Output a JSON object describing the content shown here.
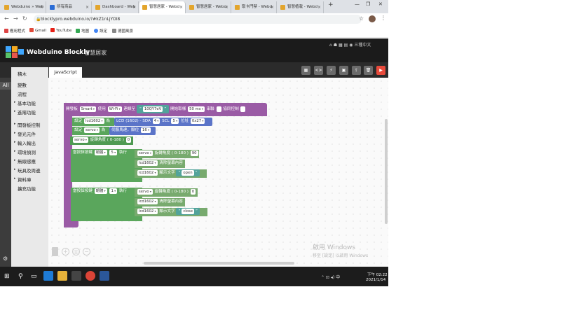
{
  "browser": {
    "tabs": [
      {
        "title": "Webduino » Web"
      },
      {
        "title": "所有商品"
      },
      {
        "title": "Dashboard - Web"
      },
      {
        "title": "智慧居家 - Webd"
      },
      {
        "title": "智慧居家 - Webd"
      },
      {
        "title": "取卡門禁 - Webd"
      },
      {
        "title": "智慧植栽 - Webd"
      }
    ],
    "url": "blocklypro.webduino.io/?#kZ1nLjYOI8",
    "bookmarks": [
      "應用程式",
      "Gmail",
      "YouTube",
      "地圖",
      "設定",
      "德國風景"
    ]
  },
  "app": {
    "title": "Webduino Blockly",
    "breadcrumb_sep": ">",
    "page": "智慧居家",
    "lang": "三種中文",
    "code_tab": "JavaScript",
    "rail_all": "All"
  },
  "categories": [
    "積木",
    "變數",
    "流程",
    "基本功能",
    "進階功能",
    "開發板控制",
    "發光元件",
    "輸入輸出",
    "環境偵測",
    "無線感應",
    "玩具及周邊",
    "資料庫",
    "擴充功能"
  ],
  "blocks": {
    "board": {
      "t1": "開發板",
      "board": "Smart",
      "t2": "使用",
      "conn": "Wi-Fi",
      "t3": "連線至",
      "device": "10QY7eV",
      "t4": "開始取樣",
      "rate": "50 ms",
      "t5": "串聯",
      "t6": "協同控制"
    },
    "lcd": {
      "t1": "設定",
      "var": "lcd1602",
      "t2": "為",
      "t3": "LCD (1602) - SDA",
      "sda": "4",
      "t4": "SCL",
      "scl": "5",
      "t5": "位址",
      "addr": "0x27"
    },
    "servo_set": {
      "t1": "設定",
      "var": "servo",
      "t2": "為",
      "t3": "伺服馬達，腳位",
      "pin": "16"
    },
    "servo_init": {
      "var": "servo",
      "t1": "旋轉角度 ( 0-180 )",
      "angle": "0"
    },
    "btn1": {
      "t1": "當按鈕按鍵",
      "btn": "韌體",
      "t2": "5",
      "t3": "執行"
    },
    "btn1_servo": {
      "var": "servo",
      "t1": "旋轉角度 ( 0-180 )",
      "angle": "90"
    },
    "btn1_clear": {
      "var": "lcd1602",
      "t1": "清除螢幕內容"
    },
    "btn1_print": {
      "var": "lcd1602",
      "t1": "顯示文字",
      "text": "open"
    },
    "btn2": {
      "t1": "當按鈕按鍵",
      "btn": "韌體",
      "t2": "1",
      "t3": "執行"
    },
    "btn2_servo": {
      "var": "servo",
      "t1": "旋轉角度 ( 0-180 )",
      "angle": "0"
    },
    "btn2_clear": {
      "var": "lcd1602",
      "t1": "清除螢幕內容"
    },
    "btn2_print": {
      "var": "lcd1602",
      "t1": "顯示文字",
      "text": "close"
    }
  },
  "watermark": {
    "line1": "啟用 Windows",
    "line2": "移至 [設定] 以啟用 Windows"
  },
  "taskbar": {
    "time": "下午 02:22",
    "date": "2021/1/14"
  },
  "colors": {
    "purple": "#9a5ba5",
    "green": "#5aa65c",
    "blue": "#5b74c8",
    "teal": "#52a39b",
    "header": "#1b1b1b"
  }
}
